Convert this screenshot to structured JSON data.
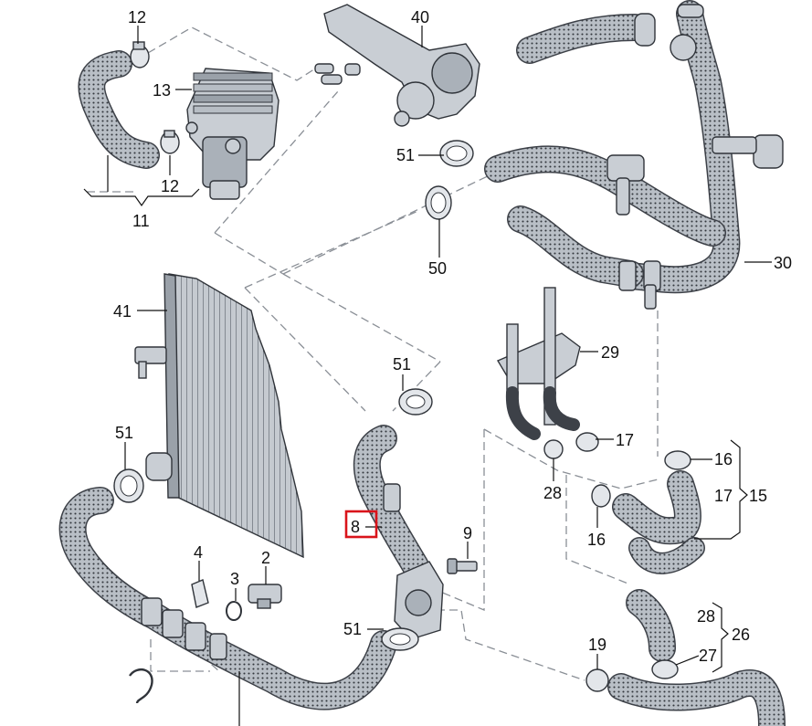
{
  "callouts": {
    "n40": "40",
    "n12a": "12",
    "n13": "13",
    "n12b": "12",
    "n11": "11",
    "n51a": "51",
    "n50": "50",
    "n30": "30",
    "n41": "41",
    "n29": "29",
    "n51b": "51",
    "n51c": "51",
    "n17a": "17",
    "n28a": "28",
    "n16a": "16",
    "n16b": "16",
    "n17b": "17",
    "n15": "15",
    "n8": "8",
    "n9": "9",
    "n4": "4",
    "n3": "3",
    "n2": "2",
    "n51d": "51",
    "n28b": "28",
    "n26": "26",
    "n27": "27",
    "n19": "19"
  },
  "highlight": {
    "part": "8",
    "color": "#d9141b"
  },
  "colors": {
    "hose_dark": "#3d4148",
    "hose_light": "#b9bfc6",
    "metal": "#c9ced4",
    "dashed_line": "#8a8f96"
  }
}
